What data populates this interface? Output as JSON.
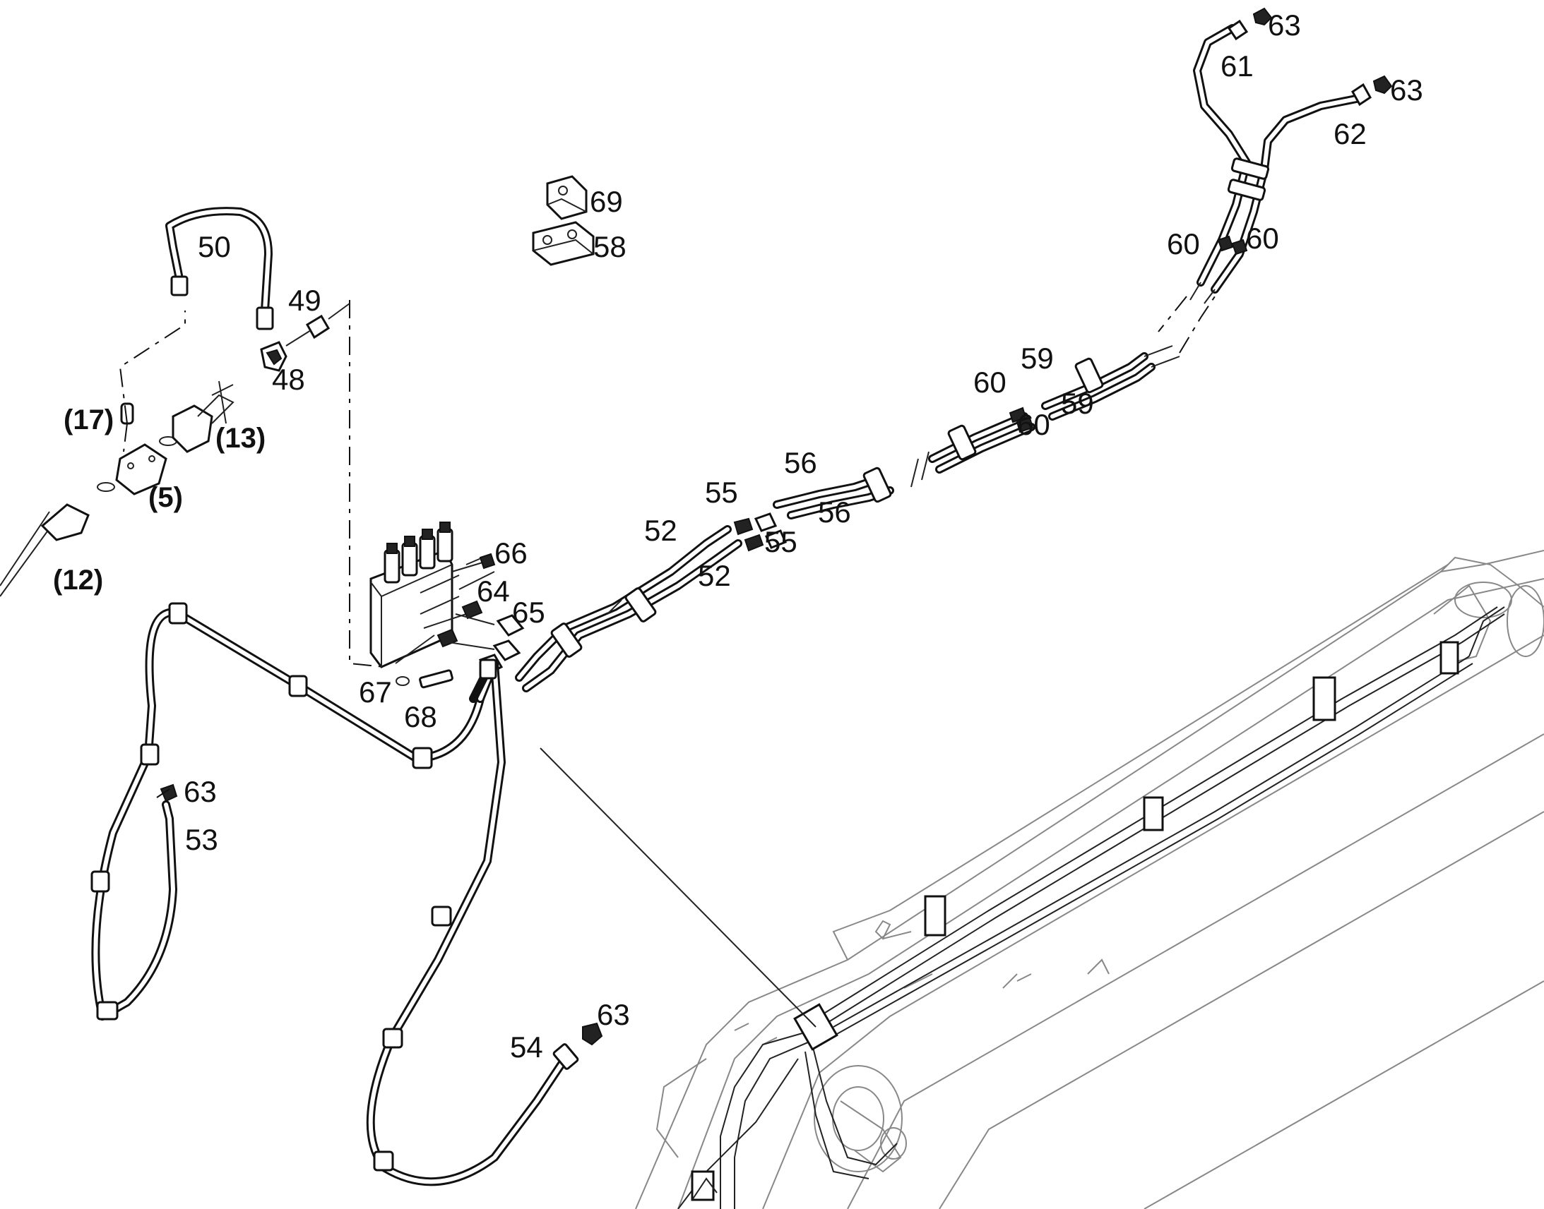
{
  "diagram": {
    "labels": {
      "p48": "48",
      "p49": "49",
      "p50": "50",
      "p52a": "52",
      "p52b": "52",
      "p53": "53",
      "p54": "54",
      "p55a": "55",
      "p55b": "55",
      "p56a": "56",
      "p56b": "56",
      "p58": "58",
      "p59a": "59",
      "p59b": "59",
      "p60a": "60",
      "p60b": "60",
      "p60c": "60",
      "p60d": "60",
      "p61": "61",
      "p62": "62",
      "p63a": "63",
      "p63b": "63",
      "p63c": "63",
      "p63d": "63",
      "p64": "64",
      "p65": "65",
      "p66": "66",
      "p67": "67",
      "p68": "68",
      "p69": "69",
      "r5": "(5)",
      "r12": "(12)",
      "r13": "(13)",
      "r17": "(17)"
    }
  }
}
